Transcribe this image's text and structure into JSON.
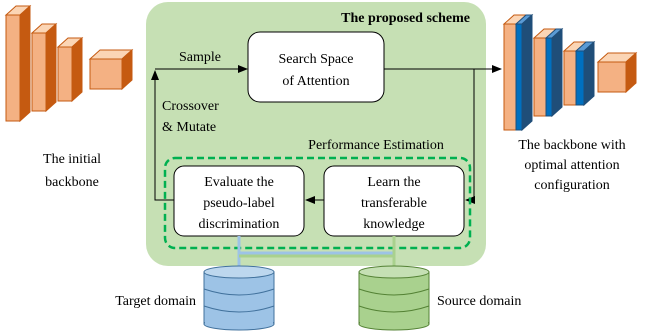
{
  "scheme": {
    "title": "The proposed scheme",
    "search_space": [
      "Search Space",
      "of Attention"
    ],
    "sample_label": "Sample",
    "crossover_label": [
      "Crossover",
      "& Mutate"
    ],
    "performance_label": "Performance Estimation",
    "evaluate_box": [
      "Evaluate the",
      "pseudo-label",
      "discrimination"
    ],
    "learn_box": [
      "Learn the",
      "transferable",
      "knowledge"
    ]
  },
  "initial_backbone": [
    "The initial",
    "backbone"
  ],
  "optimal_backbone": [
    "The backbone with",
    "optimal attention",
    "configuration"
  ],
  "target_domain": "Target domain",
  "source_domain": "Source domain",
  "colors": {
    "scheme_bg": "#c6e0b4",
    "dashed_box": "#00b050",
    "backbone_fill": "#f4b183",
    "backbone_edge": "#c55a11",
    "attention_blue": "#0070c0",
    "target_db": "#9dc3e6",
    "source_db": "#a9d18e"
  }
}
